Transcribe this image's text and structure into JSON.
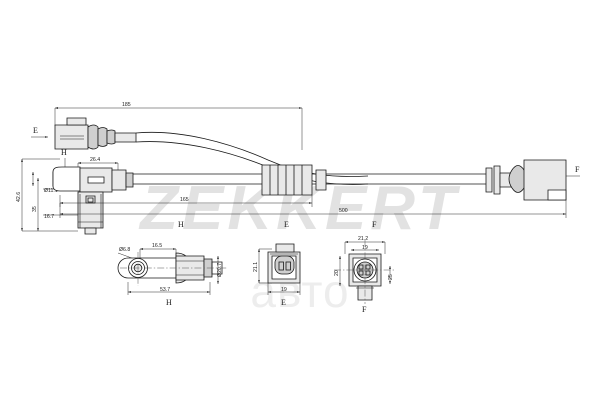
{
  "drawing": {
    "title": "ABS wheel speed sensor technical drawing",
    "line_color": "#1a1a1a",
    "fill_color": "#e8e8e8",
    "dim_color": "#2b2b2b",
    "watermark_color": "#e2e2e2"
  },
  "watermarks": {
    "brand": "ZEKKERT",
    "secondary": "авто"
  },
  "section_labels": {
    "e_arrow": "E",
    "h_main": "H",
    "e_main": "E",
    "f_main": "F",
    "f_right": "F",
    "h_detail": "H",
    "e_detail": "E",
    "f_detail": "F"
  },
  "dimensions": {
    "top_overall": "185",
    "cable_165": "165",
    "cable_500": "500",
    "head_26_4": "26.4",
    "head_height_42_6": "42.6",
    "head_35": "35",
    "head_16_7": "16.7",
    "head_d11_1": "Ø11.1",
    "detail_h_16_5": "16.5",
    "detail_h_d6_8": "Ø6.8",
    "detail_h_53_7": "53.7",
    "detail_h_d20_7": "Ø20.7",
    "detail_e_21_1": "21.1",
    "detail_e_19": "19",
    "detail_f_21_2": "21.2",
    "detail_f_19": "19",
    "detail_f_20": "20",
    "detail_f_25": "25"
  }
}
